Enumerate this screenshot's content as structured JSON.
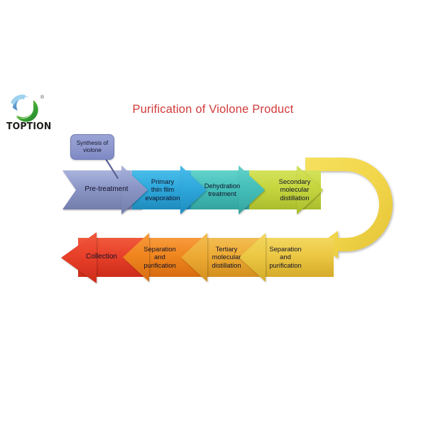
{
  "page": {
    "background": "#ffffff",
    "title": "Purification of Violone Product",
    "title_color": "#d23a3a"
  },
  "logo": {
    "name": "toption-logo",
    "wordmark": "TOPTION",
    "registered_mark": "®",
    "mark_colors": [
      "#3b6fb5",
      "#8fc9e8",
      "#3fa535",
      "#78c043"
    ]
  },
  "callout": {
    "name": "synthesis-callout",
    "text": "Synthesis\nof violone",
    "fill": "#8e98cd",
    "border": "#6f7ab5"
  },
  "diagram": {
    "name": "purification-process-flow",
    "loop_color": "#f2d64b",
    "row1": {
      "direction": "left-to-right",
      "steps": [
        {
          "label": "Pre-treatment",
          "color": "#8c96c6"
        },
        {
          "label": "Primary\nthin film\nevaporation",
          "color": "#2fa8dc"
        },
        {
          "label": "Dehydration\ntreatment",
          "color": "#45bfb9"
        },
        {
          "label": "Secondary\nmolecular\ndistillation",
          "color": "#c5d63f"
        }
      ]
    },
    "row2": {
      "direction": "right-to-left",
      "steps": [
        {
          "label": "Separation\nand\npurification",
          "color": "#ecc844"
        },
        {
          "label": "Tertiary\nmolecular\ndistillation",
          "color": "#edab35"
        },
        {
          "label": "Separation\nand\npurification",
          "color": "#f0861f"
        },
        {
          "label": "Collection",
          "color": "#e8402a"
        }
      ]
    }
  }
}
